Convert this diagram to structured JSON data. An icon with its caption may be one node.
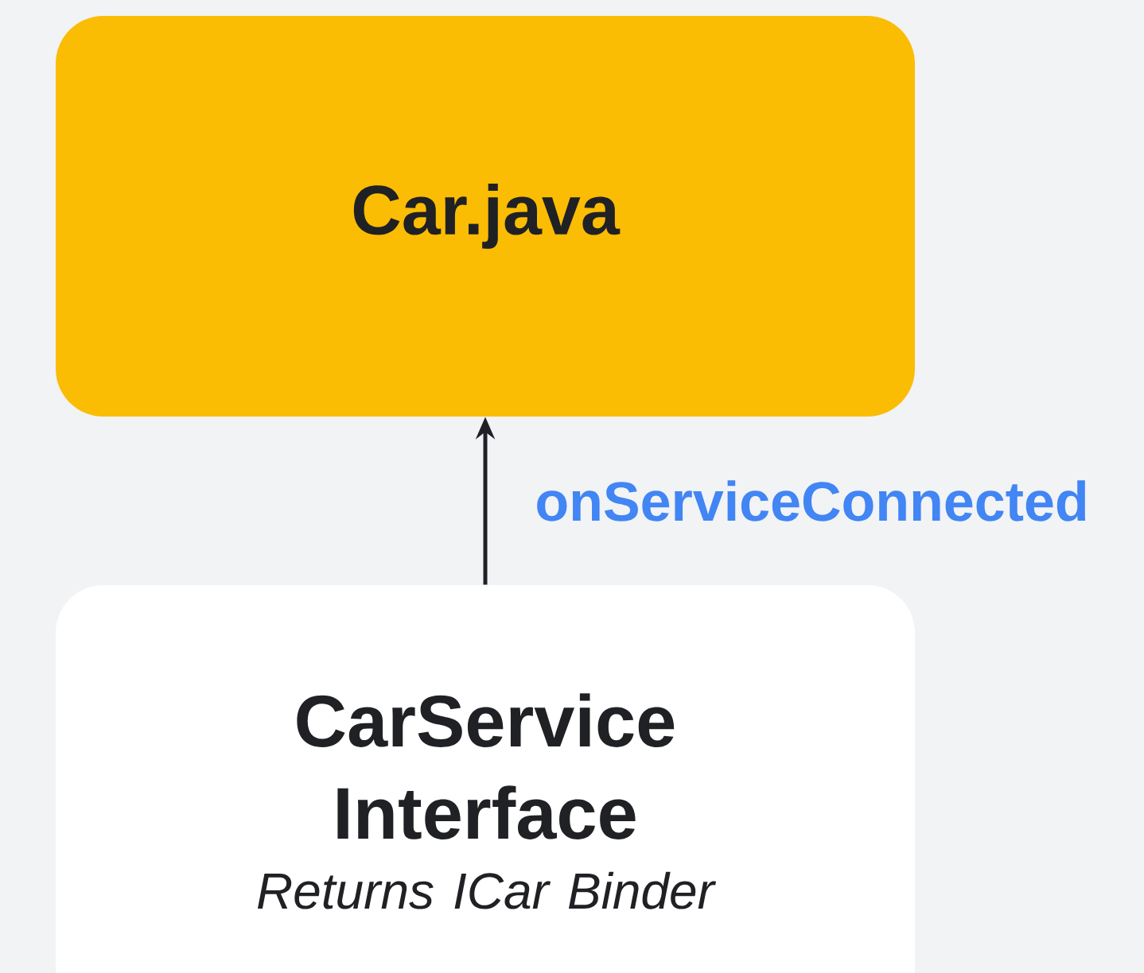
{
  "diagram": {
    "nodes": [
      {
        "text": [
          "Car.java"
        ]
      },
      {
        "text": [
          "CarService Interface",
          "Returns ICar Binder"
        ]
      }
    ],
    "edges": [
      {
        "from": 1,
        "to": 0,
        "arrow": "to",
        "label": "onServiceConnected"
      }
    ]
  }
}
